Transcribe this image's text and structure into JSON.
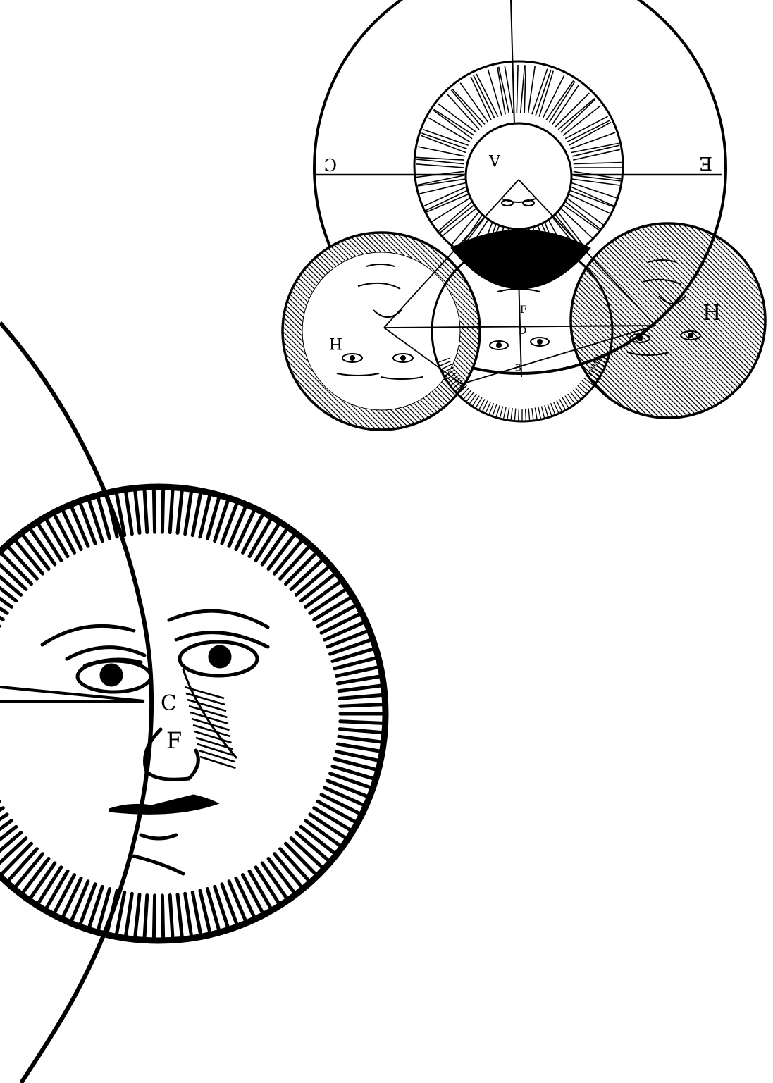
{
  "colors": {
    "ink": "#000000",
    "paper": "#ffffff"
  },
  "small_diagram": {
    "labels": {
      "c_left": "C",
      "e_right": "E",
      "a_sun": "A",
      "h_left": "H",
      "h_right": "H",
      "d_center": "D",
      "f_center": "F",
      "b_center": "B"
    }
  },
  "large_moon": {
    "labels": {
      "c_nose": "C",
      "f_nose": "F"
    }
  }
}
